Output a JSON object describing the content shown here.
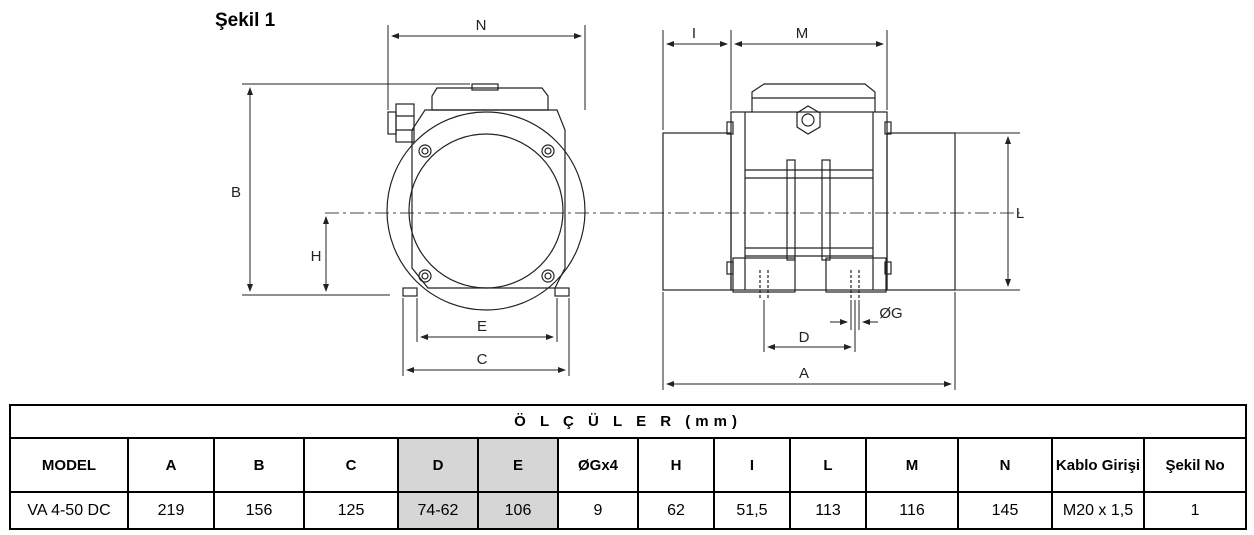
{
  "figure": {
    "title": "Şekil 1",
    "labels": {
      "N": "N",
      "B": "B",
      "H": "H",
      "E": "E",
      "C": "C",
      "I": "I",
      "M": "M",
      "L": "L",
      "D": "D",
      "G": "ØG",
      "A": "A"
    }
  },
  "table": {
    "title": "Ö L Ç Ü L E R  (mm)",
    "headers": [
      "MODEL",
      "A",
      "B",
      "C",
      "D",
      "E",
      "ØGx4",
      "H",
      "I",
      "L",
      "M",
      "N",
      "Kablo Girişi",
      "Şekil No"
    ],
    "shaded_columns": [
      "D",
      "E"
    ],
    "rows": [
      [
        "VA 4-50 DC",
        "219",
        "156",
        "125",
        "74-62",
        "106",
        "9",
        "62",
        "51,5",
        "113",
        "116",
        "145",
        "M20 x 1,5",
        "1"
      ]
    ]
  },
  "colors": {
    "shade": "#d6d6d6",
    "line": "#000000"
  }
}
